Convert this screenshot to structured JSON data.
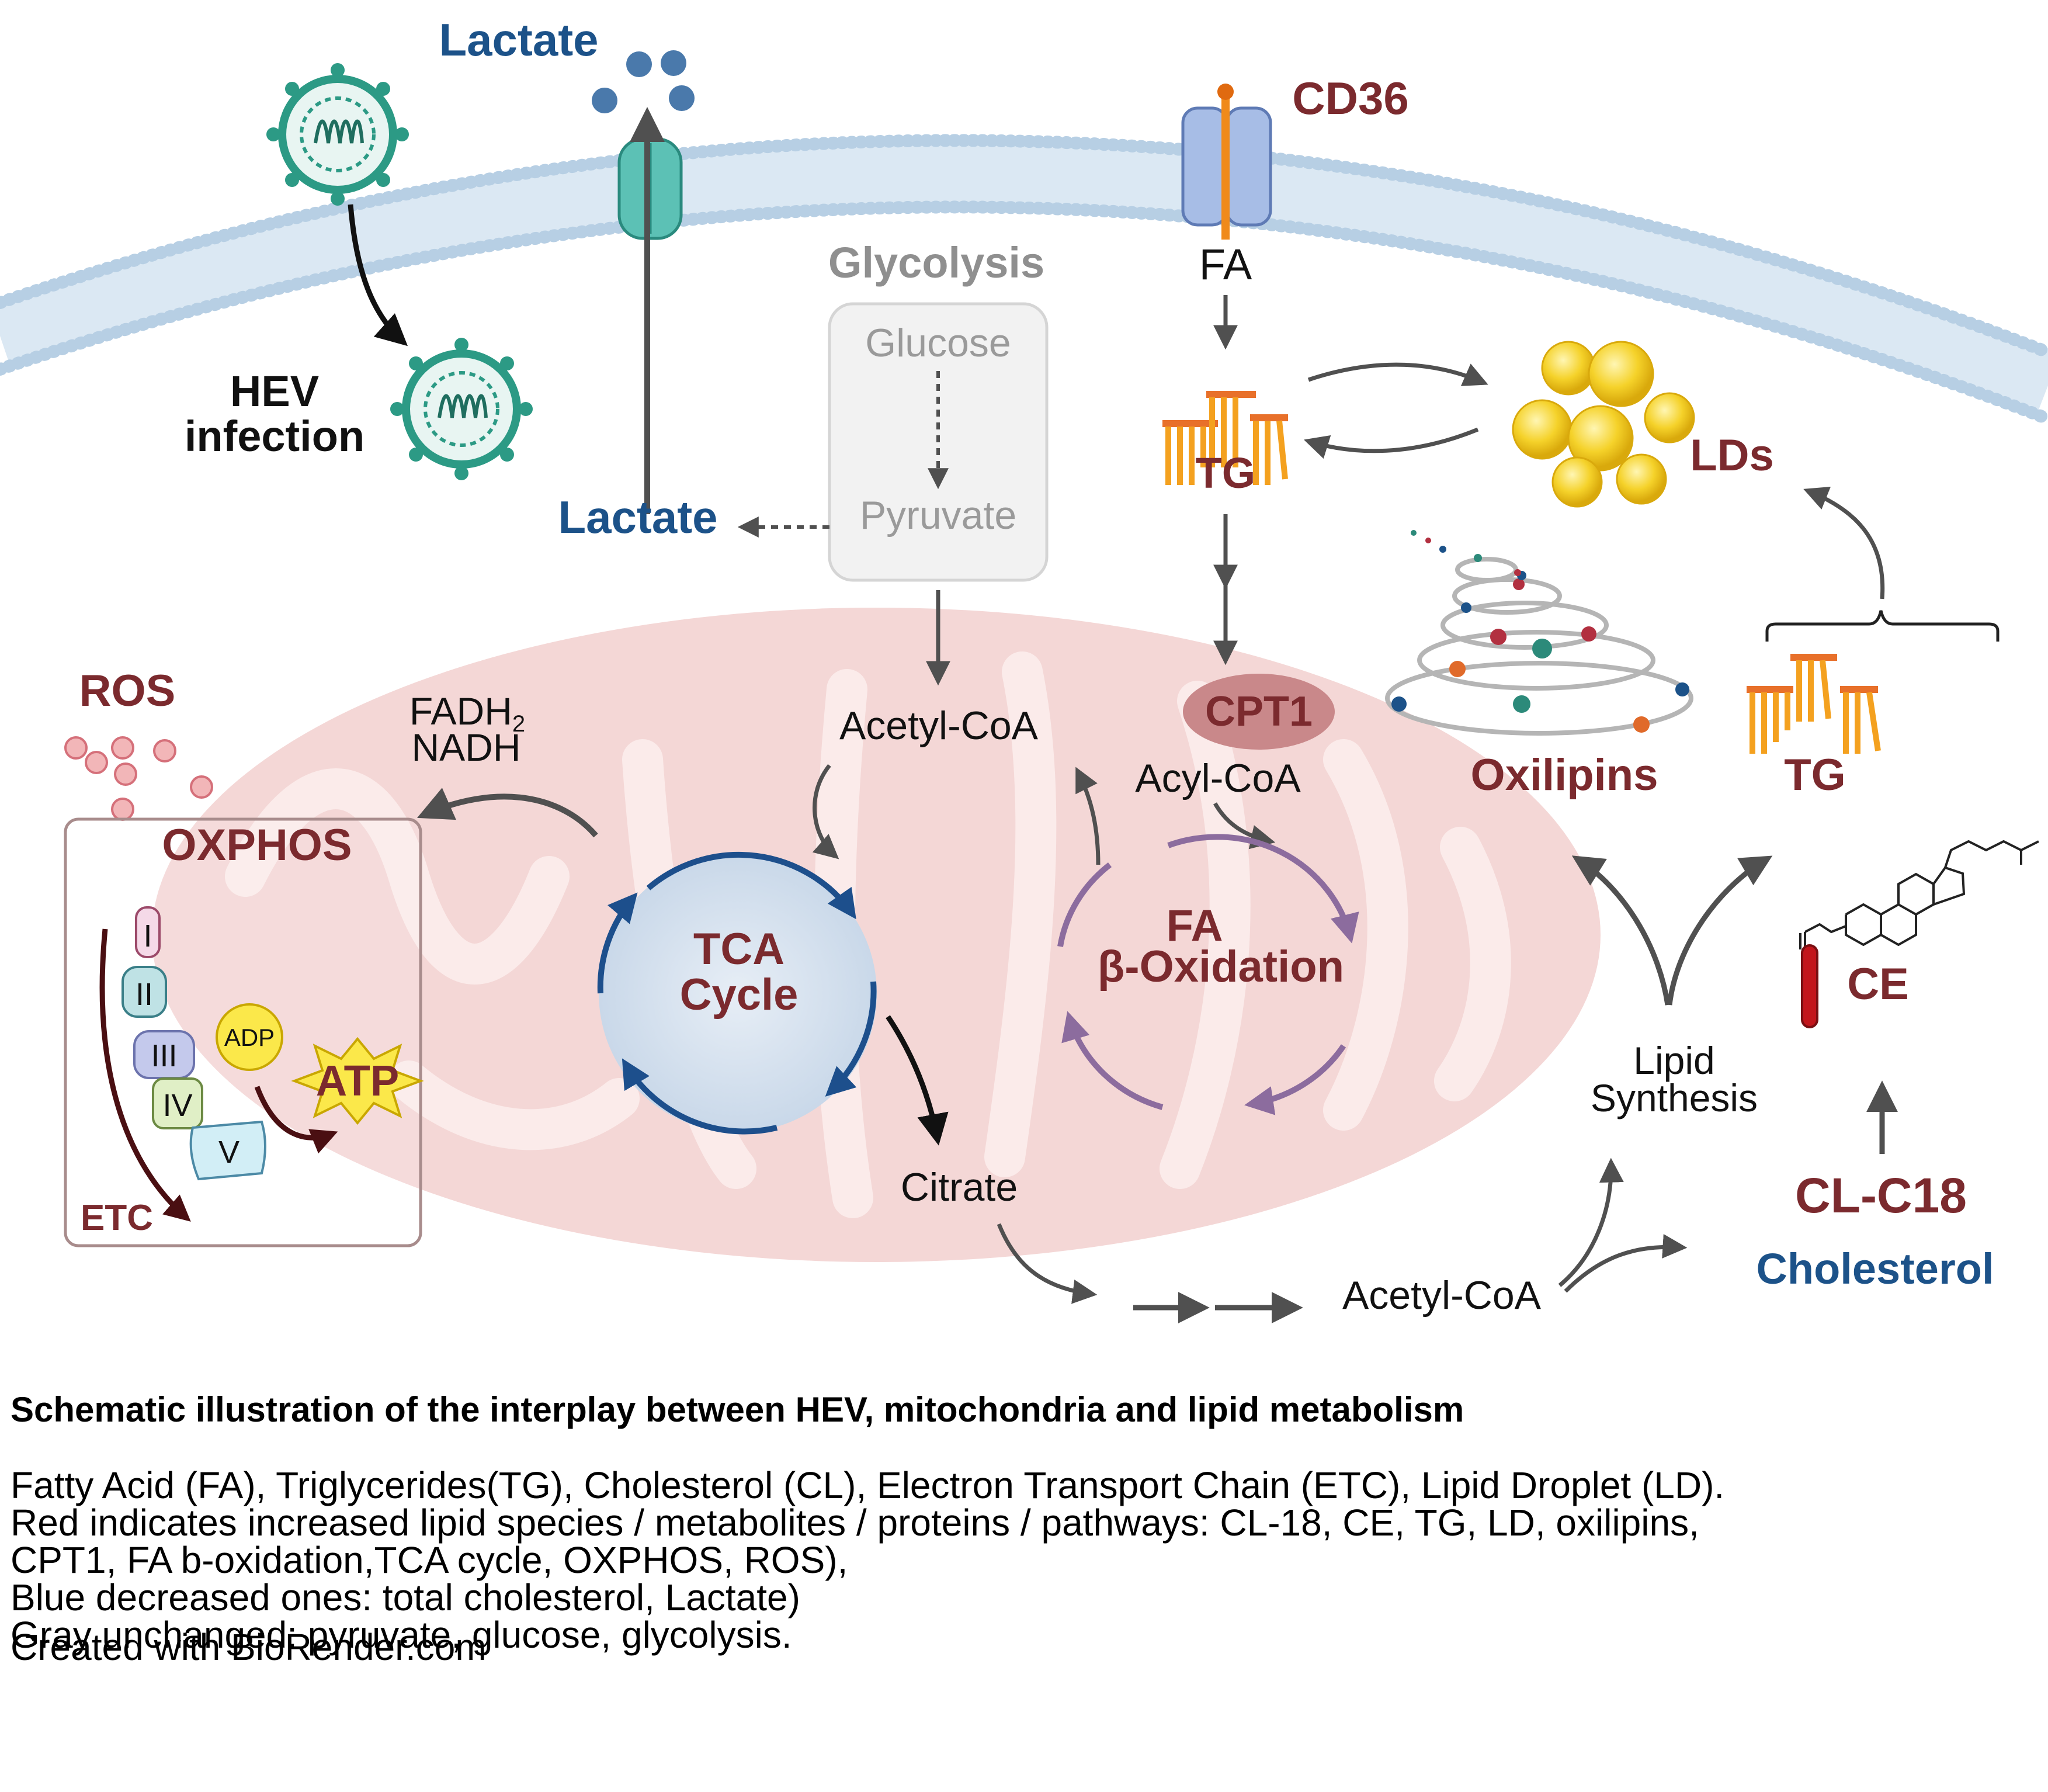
{
  "colors": {
    "red_label": "#7b2a2e",
    "blue_label": "#1c5289",
    "gray_label": "#9a9a9a",
    "mito_fill": "#f4d7d6",
    "mito_crista": "#fbebea",
    "membrane_blue": "#bcd4e8",
    "arrow_gray": "#505050",
    "tca_blue": "#1d4f8c",
    "fa_purple": "#8c6c9e",
    "fa_orange": "#f4a11f",
    "lipid_yellow": "#f5d22a",
    "virus_teal": "#2c9a85"
  },
  "labels": {
    "lactate_top": "Lactate",
    "cd36": "CD36",
    "glycolysis": "Glycolysis",
    "fa": "FA",
    "hev_line1": "HEV",
    "hev_line2": "infection",
    "glucose": "Glucose",
    "pyruvate": "Pyruvate",
    "lactate_mid": "Lactate",
    "tg_top": "TG",
    "lds": "LDs",
    "ros": "ROS",
    "fadh2": "FADH",
    "fadh2_sub": "2",
    "nadh": "NADH",
    "acetyl_coa_top": "Acetyl-CoA",
    "cpt1": "CPT1",
    "acyl_coa": "Acyl-CoA",
    "oxilipins": "Oxilipins",
    "tg_right": "TG",
    "oxphos": "OXPHOS",
    "complex_1": "I",
    "complex_2": "II",
    "complex_3": "III",
    "complex_4": "IV",
    "complex_5": "V",
    "adp": "ADP",
    "atp": "ATP",
    "etc": "ETC",
    "tca_line1": "TCA",
    "tca_line2": "Cycle",
    "fa_ox_line1": "FA",
    "fa_ox_line2": "β-Oxidation",
    "ce": "CE",
    "lipid_line1": "Lipid",
    "lipid_line2": "Synthesis",
    "citrate": "Citrate",
    "cl_c18": "CL-C18",
    "acetyl_coa_bottom": "Acetyl-CoA",
    "cholesterol": "Cholesterol"
  },
  "caption": {
    "title": "Schematic illustration of the interplay between HEV, mitochondria and lipid metabolism",
    "body": "Fatty Acid (FA), Triglycerides(TG), Cholesterol (CL), Electron Transport Chain (ETC), Lipid Droplet (LD).\nRed indicates increased lipid species / metabolites / proteins / pathways: CL-18, CE, TG, LD, oxilipins,\nCPT1, FA b-oxidation,TCA cycle, OXPHOS, ROS),\nBlue decreased ones: total cholesterol, Lactate)\nGray unchanged: pyruvate, glucose, glycolysis.",
    "credit": "Created with BioRender.com"
  }
}
